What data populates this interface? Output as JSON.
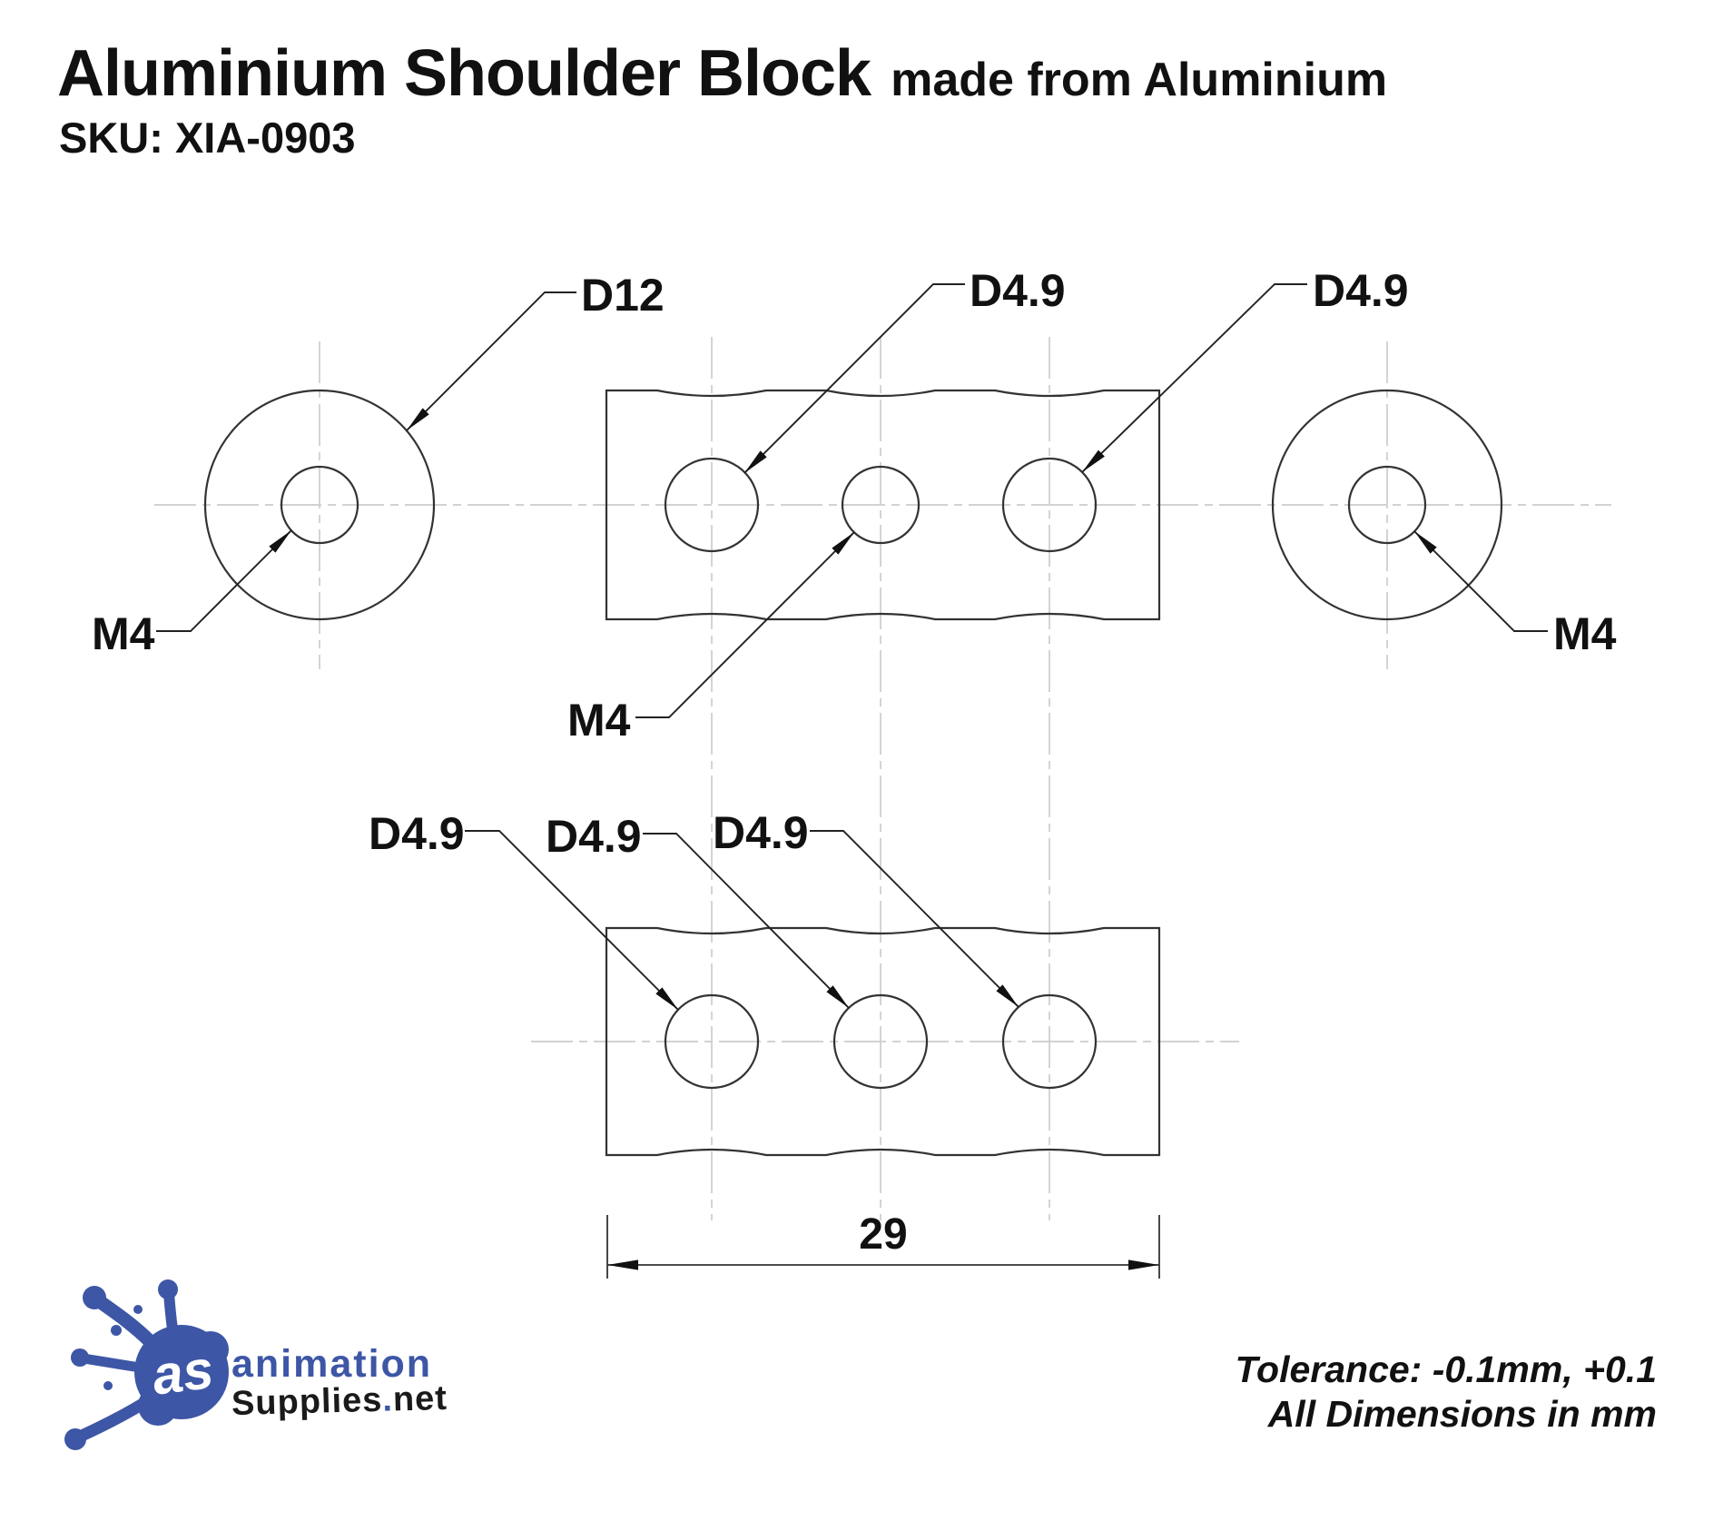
{
  "title": {
    "main": "Aluminium Shoulder Block",
    "suffix": "made from Aluminium",
    "sku": "SKU: XIA-0903"
  },
  "callouts": {
    "d12": "D12",
    "d49_front_left": "D4.9",
    "d49_front_right": "D4.9",
    "m4_left": "M4",
    "m4_middle": "M4",
    "m4_right": "M4",
    "d49_bottom_1": "D4.9",
    "d49_bottom_2": "D4.9",
    "d49_bottom_3": "D4.9"
  },
  "dimensions": {
    "overall_length_mm": "29"
  },
  "notes": {
    "tolerance": "Tolerance: -0.1mm, +0.1",
    "units": "All Dimensions in mm"
  },
  "logo": {
    "monogram": "as",
    "brand_top": "animation",
    "brand_bottom_a": "Supplies",
    "brand_dot": ".",
    "brand_bottom_b": "net"
  },
  "colors": {
    "brand_blue": "#3d56a6",
    "outline_dark": "#333333",
    "centerline_gray": "#cccccc",
    "text_black": "#111111"
  }
}
